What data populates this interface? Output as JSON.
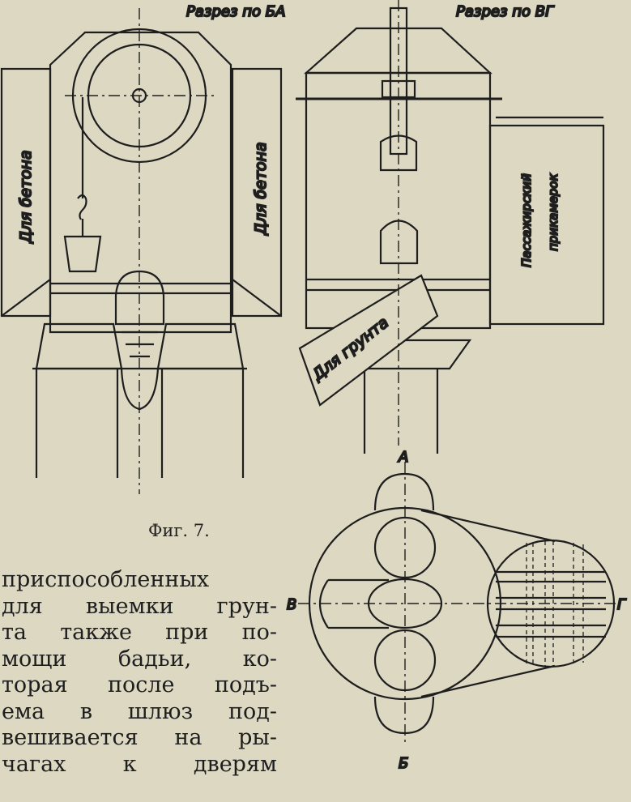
{
  "figure": {
    "section_ba_label": "Разрез по БА",
    "section_vg_label": "Разрез по ВГ",
    "concrete_left_label": "Для бетона",
    "concrete_right_label": "Для бетона",
    "soil_label": "Для грунта",
    "passenger_label_line1": "Пассажирский",
    "passenger_label_line2": "прикамерок",
    "axis_a": "А",
    "axis_b": "Б",
    "axis_v": "В",
    "axis_g": "Г",
    "caption": "Фиг. 7."
  },
  "body_text": {
    "lines": [
      "приспособленных",
      "для выемки грун-",
      "та также при по-",
      "мощи бадьи, ко-",
      "торая после подъ-",
      "ема в шлюз под-",
      "вешивается на ры-",
      "чагах к дверям"
    ]
  }
}
